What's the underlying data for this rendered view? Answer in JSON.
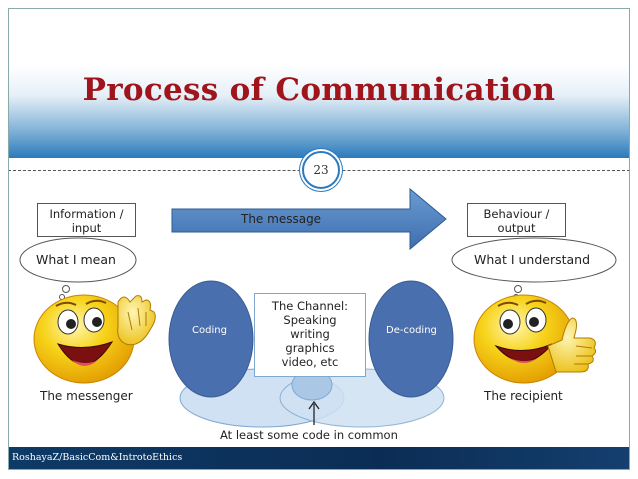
{
  "slide": {
    "title": "Process of Communication",
    "page_number": "23",
    "footer": "RoshayaZ/BasicCom&IntrotoEthics"
  },
  "diagram": {
    "info_input": [
      "Information /",
      "input"
    ],
    "behaviour_output": [
      "Behaviour /",
      "output"
    ],
    "message_label": "The message",
    "speech_left": "What I mean",
    "speech_right": "What I understand",
    "coding_label": "Coding",
    "decoding_label": "De-coding",
    "channel_title": "The Channel:",
    "channel_items": [
      "Speaking",
      "writing",
      "graphics",
      "video, etc"
    ],
    "messenger_label": "The messenger",
    "recipient_label": "The recipient",
    "common_code_label": "At least some code in common"
  },
  "colors": {
    "title": "#a0141b",
    "header_blue": "#2b7abd",
    "arrow_fill": "#4a7fbf",
    "ellipse_fill": "#4a6fae",
    "footer_bg": "#0e3a66",
    "smiley_yellow": "#f5cf12"
  }
}
